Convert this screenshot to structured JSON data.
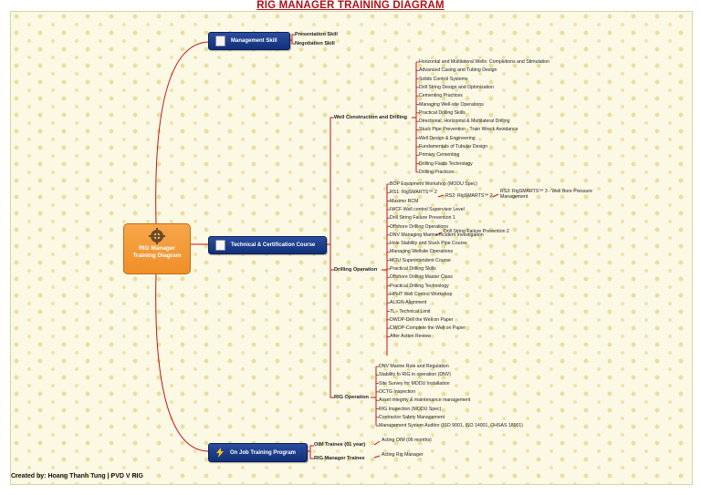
{
  "title": "RIG MANAGER TRAINING DIAGRAM",
  "credit": "Created by: Hoang Thanh Tung | PVD V RIG",
  "center": {
    "label": "RIG Manager Training Diagram"
  },
  "main_topics": [
    {
      "label": "Management Skill",
      "icon": "notebook-icon"
    },
    {
      "label": "Technical & Certification Course",
      "icon": "notepad-pencil-icon"
    },
    {
      "label": "On Job Training Program",
      "icon": "lightning-icon"
    }
  ],
  "management_items": [
    "Presentation Skill",
    "Negotiation Skill"
  ],
  "well_construction": {
    "label": "Well Construction and Drilling",
    "items": [
      "Horizontal and Multilateral Wells: Completions and Stimulation",
      "Advanced Casing and Tubing Design",
      "Solids Control Systems",
      "Drill String Design and Optimization",
      "Cementing Practices",
      "Managing Well-site Operations",
      "Practical Drilling Skills",
      "Directional, Horizontal & Multilateral Drilling",
      "Stuck Pipe Prevention - Train Wreck Avoidance",
      "Well Design & Engineering",
      "Fundamentals of Tubular Design",
      "Primary Cementing",
      "Drilling Fluids Technology",
      "Drilling Practices"
    ]
  },
  "drilling_operation": {
    "label": "Drilling Operation",
    "items": [
      "BOP Equipment Workshop (MODU Spec)",
      "RS1: RigSMARTS™ 2",
      "Maximo RCM",
      "IWCF Well control Supervisor Level",
      "Drill String Failure Prevention 1",
      "Offshore Drilling Operations",
      "DNV Managing Marine Incident Investigation",
      "Hole Stability and Stuck Pipe Course",
      "Managing Wellsite Operations",
      "MOU Superintendent Course",
      "Practical Drilling Skills",
      "Offshore Drilling Master Class",
      "Practical Drilling Technology",
      "HPHT Well Control Workshop",
      "ALIGN-Alignment",
      "TL - Technical Limit",
      "DWOP-Drill the Well on Paper",
      "CWOP-Complete the Well on Paper",
      "After Action Review"
    ],
    "rs2": "RS2: RigSMARTS™ 2",
    "rs3": "RS3: RigSMARTS™ 3 - Well Bore Pressure Management",
    "dsfp2": "Drill String Failure Prevention 2"
  },
  "rig_operation": {
    "label": "RIG Operation",
    "items": [
      "DNV Marine Rule and Regulation",
      "Stability fo RIG in operation (DNV)",
      "Site Survey for MODU Installation",
      "OCTG Inspection",
      "Asset integrity & maintenance management",
      "RIG Inspection (MODU Spec)",
      "Contractor Safety Management",
      "Management System Auditor (ISO 9001, ISO 14001, OHSAS 18001)"
    ]
  },
  "ojt": [
    {
      "label": "OIM Trainee (01 year)",
      "note": "Acting OIM (06 months)"
    },
    {
      "label": "RIG Manager Trainee",
      "note": "Acting Rig Manager"
    }
  ],
  "colors": {
    "branch": "#c0151b",
    "main": "#1e3f8f",
    "center": "#f39a37",
    "title": "#b01016"
  }
}
